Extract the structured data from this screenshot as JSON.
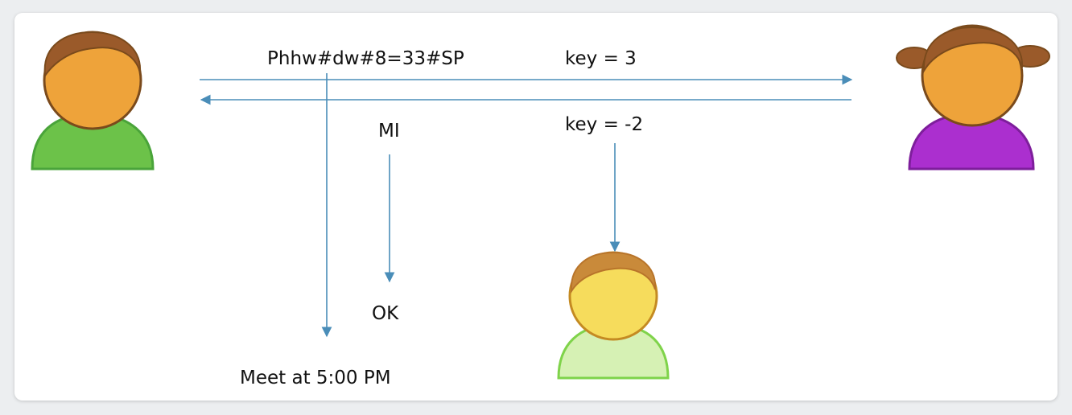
{
  "labels": {
    "ciphertext": "Phhw#dw#8=33#SP",
    "key_forward": "key = 3",
    "reply_ciphertext": "MI",
    "key_back": "key = -2",
    "reply_plaintext": "OK",
    "plaintext": "Meet at 5:00 PM"
  },
  "colors": {
    "arrow": "#4a8db8",
    "skin_orange": "#eea33a",
    "skin_yellow": "#f6dc5c",
    "hair": "#9a5a2a",
    "shirt_green": "#6cc249",
    "shirt_purple": "#ab2fcf",
    "shirt_light_green": "#d6f1b4",
    "outline": "#7a4a1c"
  },
  "people": [
    {
      "role": "sender",
      "shirt": "green"
    },
    {
      "role": "receiver",
      "shirt": "purple"
    },
    {
      "role": "eavesdropper",
      "shirt": "light-green"
    }
  ]
}
